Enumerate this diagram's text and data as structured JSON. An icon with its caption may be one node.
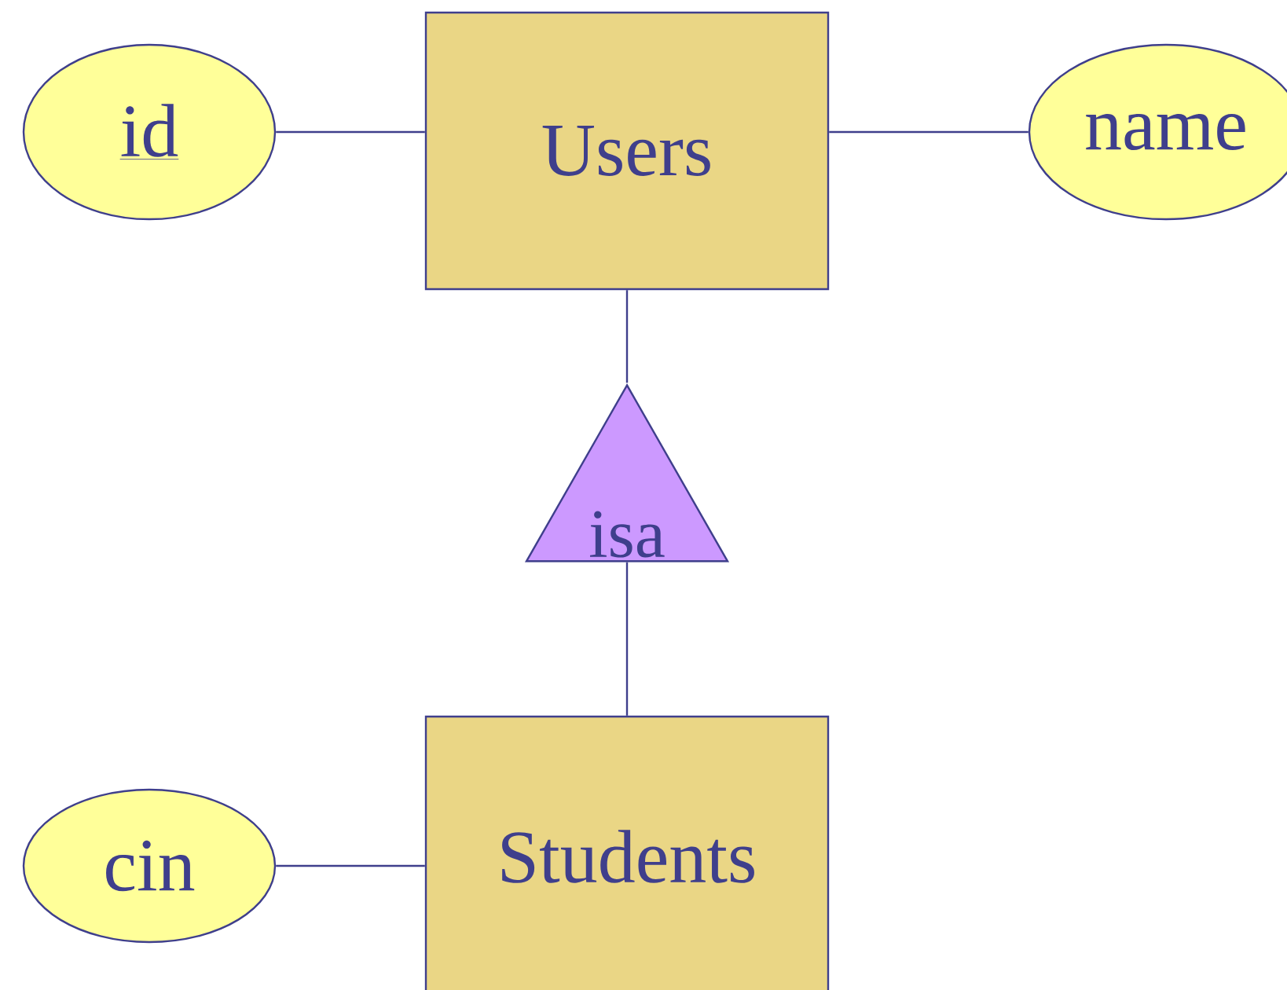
{
  "diagram": {
    "nodes": [
      {
        "text": [
          "id"
        ]
      },
      {
        "text": [
          "Users"
        ]
      },
      {
        "text": [
          "name"
        ]
      },
      {
        "text": [
          "isa"
        ]
      },
      {
        "text": [
          "Students"
        ]
      },
      {
        "text": [
          "cin"
        ]
      }
    ],
    "edges": [
      {
        "from": 0,
        "to": 1,
        "arrow": "none"
      },
      {
        "from": 1,
        "to": 2,
        "arrow": "none"
      },
      {
        "from": 1,
        "to": 3,
        "arrow": "none"
      },
      {
        "from": 3,
        "to": 4,
        "arrow": "none"
      },
      {
        "from": 5,
        "to": 4,
        "arrow": "none"
      }
    ]
  }
}
